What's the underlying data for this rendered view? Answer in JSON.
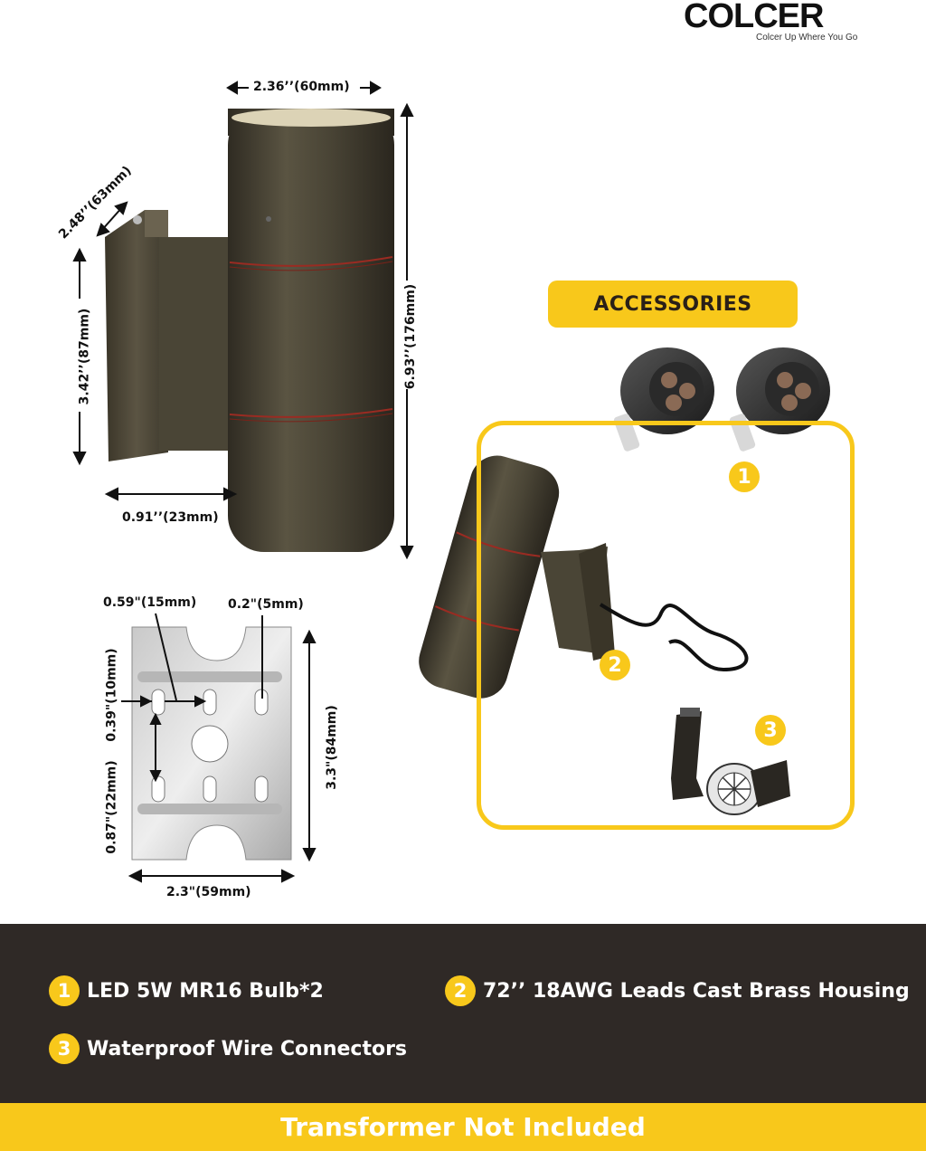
{
  "brand": {
    "name": "COLCER",
    "tagline": "Colcer Up Where You Go"
  },
  "dimensions": {
    "cylinder_width": "2.36’’(60mm)",
    "bracket_depth": "2.48’’(63mm)",
    "bracket_height": "3.42’’(87mm)",
    "total_height": "6.93’’(176mm)",
    "standoff": "0.91’’(23mm)"
  },
  "plate_dimensions": {
    "slot_spacing": "0.59\"(15mm)",
    "slot_width": "0.2\"(5mm)",
    "slot_height": "0.39\"(10mm)",
    "hole_spacing": "0.87\"(22mm)",
    "plate_height": "3.3\"(84mm)",
    "plate_width": "2.3\"(59mm)"
  },
  "accessories": {
    "title": "ACCESSORIES",
    "badges": [
      "1",
      "2",
      "3"
    ]
  },
  "specs": [
    {
      "num": "1",
      "text": "LED 5W MR16 Bulb*2"
    },
    {
      "num": "2",
      "text": "72’’ 18AWG  Leads Cast Brass Housing"
    },
    {
      "num": "3",
      "text": "Waterproof  Wire Connectors"
    }
  ],
  "footer": {
    "text": "Transformer Not Included"
  },
  "colors": {
    "accent": "#f8c81b",
    "band": "#2f2926",
    "brass": "#4a4536"
  }
}
